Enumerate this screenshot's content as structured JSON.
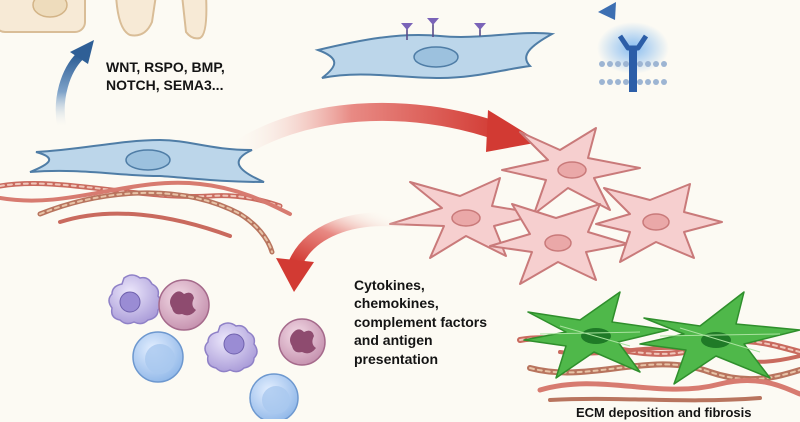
{
  "labels": {
    "signals": [
      "WNT, RSPO, BMP,",
      "NOTCH, SEMA3..."
    ],
    "cytokines": [
      "Cytokines,",
      "chemokines,",
      "complement factors",
      "and antigen",
      "presentation"
    ],
    "ecm": "ECM deposition and fibrosis"
  },
  "colors": {
    "background": "#fcfaf3",
    "fibroblast": "#bcd6ea",
    "fibroblast_outline": "#4f7da6",
    "myofibroblast": "#f6cfcf",
    "myofibroblast_outline": "#c97a7a",
    "activated_myofibroblast": "#4fb84a",
    "collagen": "#c96a5e",
    "arrow_red": "#d23a33",
    "arrow_blue": "#2f5f96",
    "receptor_blue": "#3d6fb2"
  }
}
